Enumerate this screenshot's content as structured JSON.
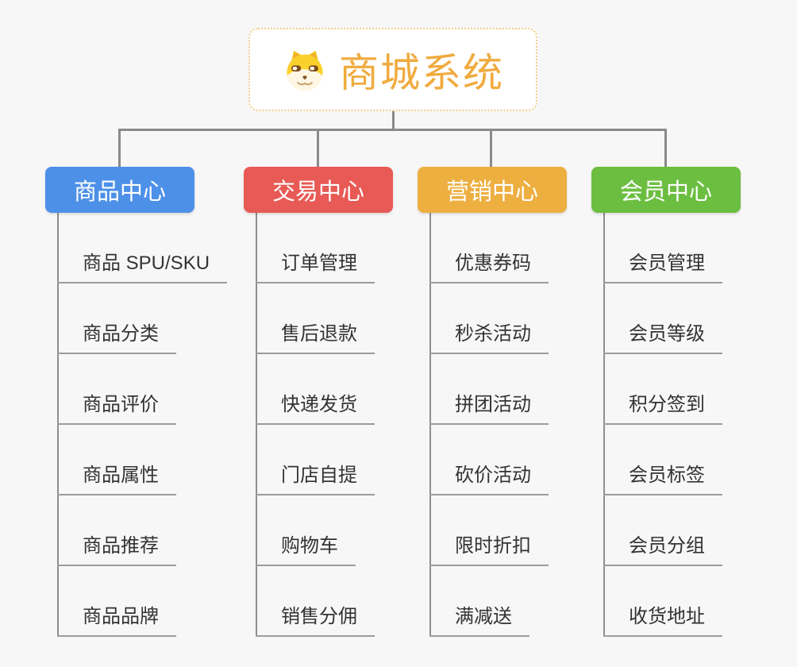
{
  "canvas": {
    "background": "#F7F7F7",
    "connector_color": "#8a8a8a",
    "underline_color": "#9c9c9c"
  },
  "root": {
    "title": "商城系统",
    "icon": "shiba-dog-icon",
    "text_color": "#F0AB3F",
    "border_color": "#F2CB8C"
  },
  "branches": [
    {
      "id": "product-center",
      "label": "商品中心",
      "color": "#4D90E8",
      "items": [
        "商品 SPU/SKU",
        "商品分类",
        "商品评价",
        "商品属性",
        "商品推荐",
        "商品品牌"
      ]
    },
    {
      "id": "trade-center",
      "label": "交易中心",
      "color": "#E85A55",
      "items": [
        "订单管理",
        "售后退款",
        "快递发货",
        "门店自提",
        "购物车",
        "销售分佣"
      ]
    },
    {
      "id": "marketing-center",
      "label": "营销中心",
      "color": "#EEAF41",
      "items": [
        "优惠券码",
        "秒杀活动",
        "拼团活动",
        "砍价活动",
        "限时折扣",
        "满减送"
      ]
    },
    {
      "id": "member-center",
      "label": "会员中心",
      "color": "#6CBE40",
      "items": [
        "会员管理",
        "会员等级",
        "积分签到",
        "会员标签",
        "会员分组",
        "收货地址"
      ]
    }
  ]
}
